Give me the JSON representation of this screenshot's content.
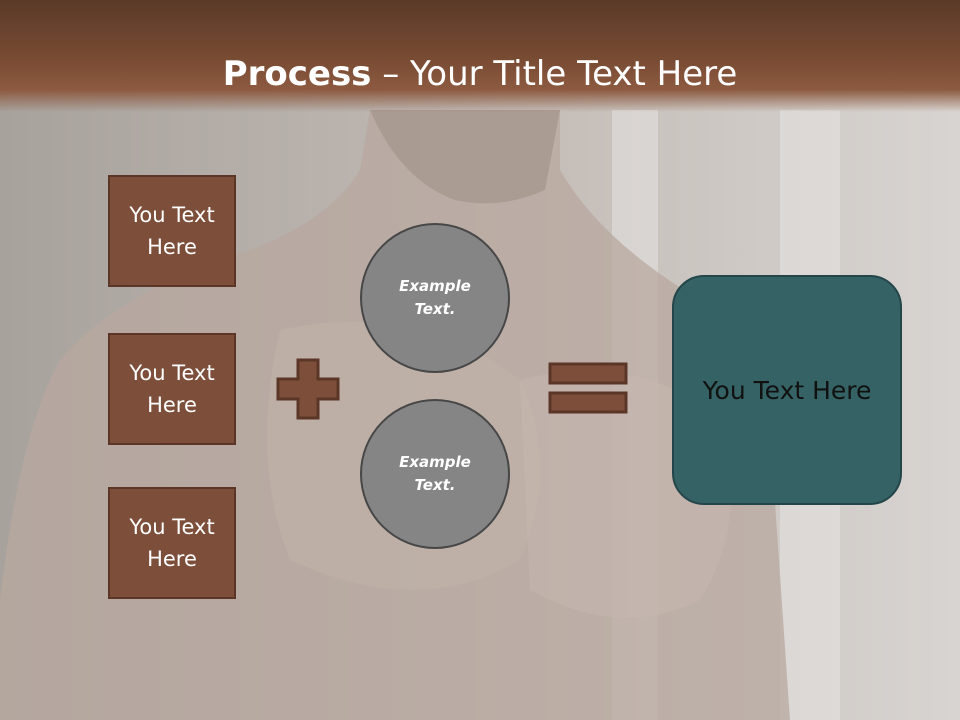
{
  "slide": {
    "title_bold": "Process",
    "title_rest": " – Your Title Text Here"
  },
  "left_boxes": [
    {
      "label": "You Text Here"
    },
    {
      "label": "You Text Here"
    },
    {
      "label": "You Text Here"
    }
  ],
  "circles": [
    {
      "label": "Example Text."
    },
    {
      "label": "Example Text."
    }
  ],
  "result_box": {
    "label": "You Text Here"
  },
  "colors": {
    "title_bar": "#7a4c34",
    "box_fill": "#7d4f3a",
    "circle_fill": "#858585",
    "result_fill": "#356264",
    "operator_fill": "#7d4f3a"
  },
  "icons": {
    "plus": "plus-icon",
    "equals": "equals-icon"
  }
}
